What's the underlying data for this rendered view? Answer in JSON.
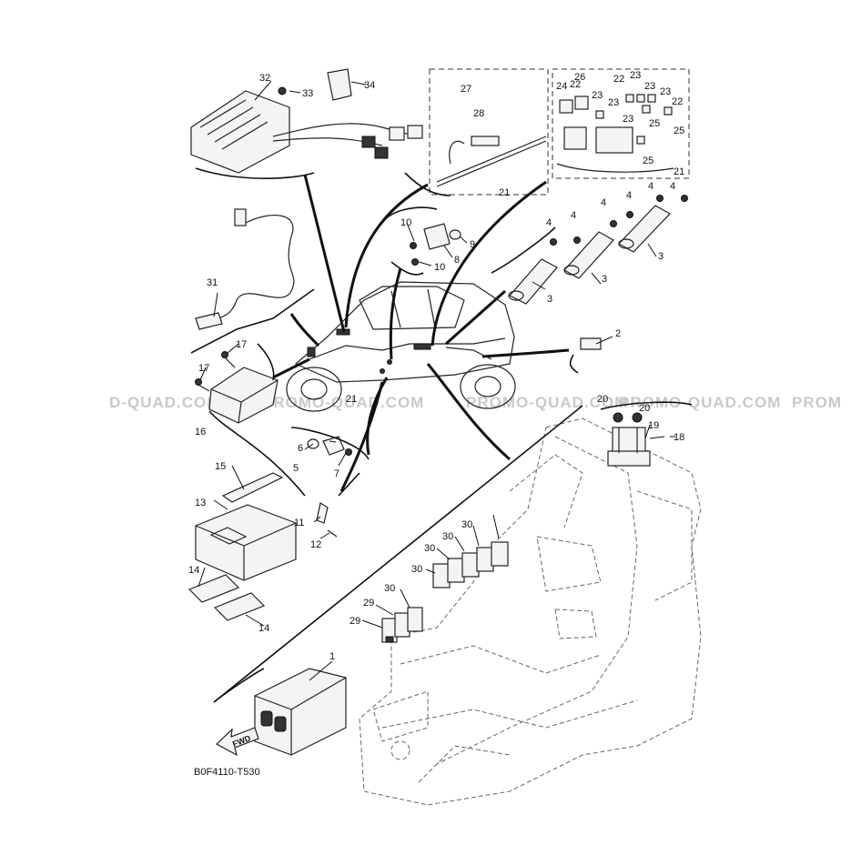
{
  "diagram": {
    "code": "B0F4110-T530",
    "fwd_label": "FWD",
    "watermarks": [
      "D-QUAD.COM",
      "PROMO-QUAD.COM",
      "PROMO-QUAD.COM",
      "PROMO-QUAD.COM",
      "PROM"
    ],
    "callouts": {
      "c1": "1",
      "c2": "2",
      "c3a": "3",
      "c3b": "3",
      "c3c": "3",
      "c4a": "4",
      "c4b": "4",
      "c4c": "4",
      "c4d": "4",
      "c4e": "4",
      "c4f": "4",
      "c5": "5",
      "c6": "6",
      "c7": "7",
      "c8": "8",
      "c9": "9",
      "c10a": "10",
      "c10b": "10",
      "c11": "11",
      "c12": "12",
      "c13": "13",
      "c14a": "14",
      "c14b": "14",
      "c15": "15",
      "c16": "16",
      "c17a": "17",
      "c17b": "17",
      "c18": "18",
      "c19": "19",
      "c20a": "20",
      "c20b": "20",
      "c21a": "21",
      "c21b": "21",
      "c21c": "21",
      "c22a": "22",
      "c22b": "22",
      "c22c": "22",
      "c23a": "23",
      "c23b": "23",
      "c23c": "23",
      "c23d": "23",
      "c23e": "23",
      "c23f": "23",
      "c24": "24",
      "c25a": "25",
      "c25b": "25",
      "c25c": "25",
      "c26": "26",
      "c27": "27",
      "c28": "28",
      "c29a": "29",
      "c29b": "29",
      "c30a": "30",
      "c30b": "30",
      "c30c": "30",
      "c30d": "30",
      "c30e": "30",
      "c31": "31",
      "c32": "32",
      "c33": "33",
      "c34": "34"
    }
  }
}
